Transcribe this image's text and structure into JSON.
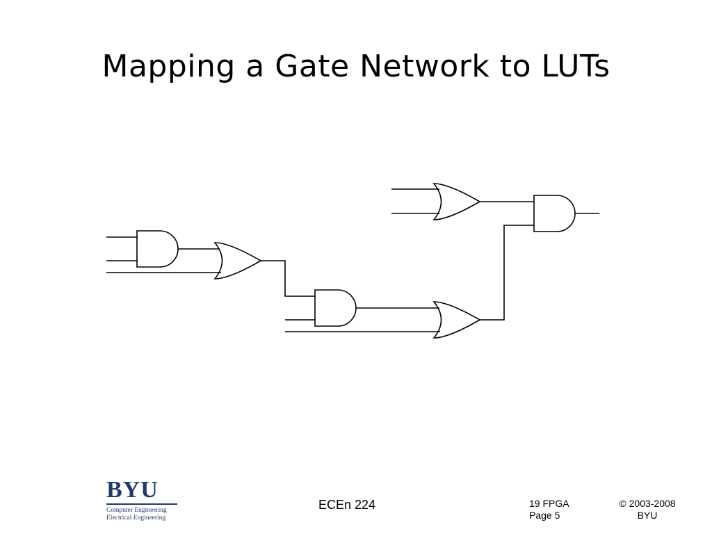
{
  "slide": {
    "title": "Mapping a Gate Network to LUTs"
  },
  "diagram": {
    "gates": [
      {
        "id": "and1",
        "type": "AND"
      },
      {
        "id": "or1",
        "type": "OR"
      },
      {
        "id": "and2",
        "type": "AND"
      },
      {
        "id": "or2",
        "type": "OR"
      },
      {
        "id": "or3",
        "type": "OR"
      },
      {
        "id": "and3",
        "type": "AND"
      }
    ]
  },
  "footer": {
    "logo": {
      "word": "BYU",
      "line1": "Computer Engineering",
      "line2": "Electrical Engineering",
      "color": "#1f3a6b"
    },
    "course": "ECEn 224",
    "slide_ref_line1": "19 FPGA",
    "slide_ref_line2": "Page 5",
    "copyright_line1": "© 2003-2008",
    "copyright_line2": "BYU"
  }
}
